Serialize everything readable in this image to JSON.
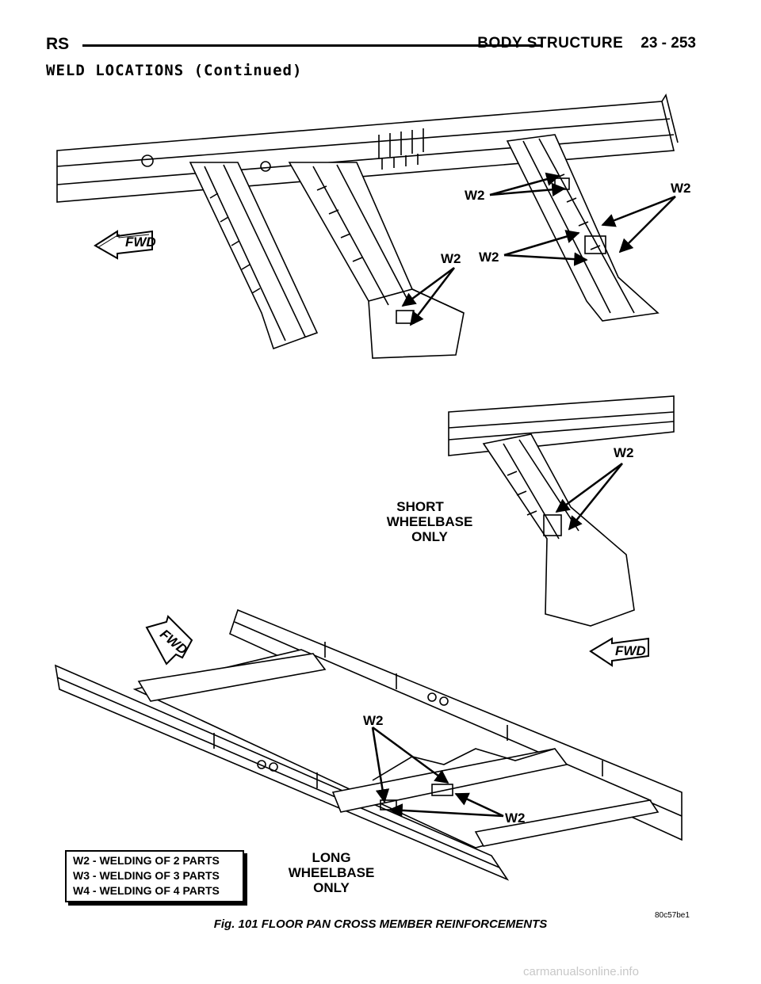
{
  "header": {
    "left": "RS",
    "section": "BODY STRUCTURE",
    "page": "23 - 253"
  },
  "section_title": "WELD LOCATIONS (Continued)",
  "figure": {
    "fwd_label": "FWD",
    "weld_label": "W2",
    "short_wheelbase": [
      "SHORT",
      "WHEELBASE",
      "ONLY"
    ],
    "long_wheelbase": [
      "LONG",
      "WHEELBASE",
      "ONLY"
    ],
    "legend": [
      "W2 - WELDING OF 2 PARTS",
      "W3 - WELDING OF 3 PARTS",
      "W4 - WELDING OF 4 PARTS"
    ],
    "figure_code": "80c57be1",
    "caption": "Fig. 101 FLOOR PAN CROSS MEMBER REINFORCEMENTS"
  },
  "watermark": "carmanualsonline.info"
}
